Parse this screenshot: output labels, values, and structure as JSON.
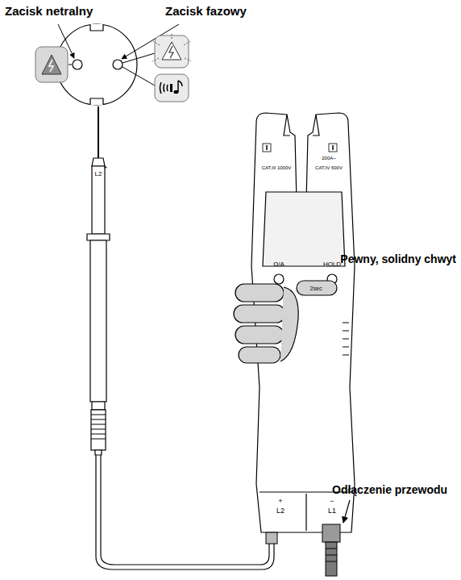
{
  "diagram": {
    "labels": [
      "Zacisk netralny",
      "Zacisk fazowy",
      "Pewny, solidny chwyt",
      "Odłączenie przewodu",
      "+",
      "L2",
      "CAT.III 1000V",
      "CAT.IV 600V",
      "200A~",
      "Ω/A",
      "HOLD",
      "2sec",
      "+",
      "L2",
      "−",
      "L1"
    ]
  }
}
